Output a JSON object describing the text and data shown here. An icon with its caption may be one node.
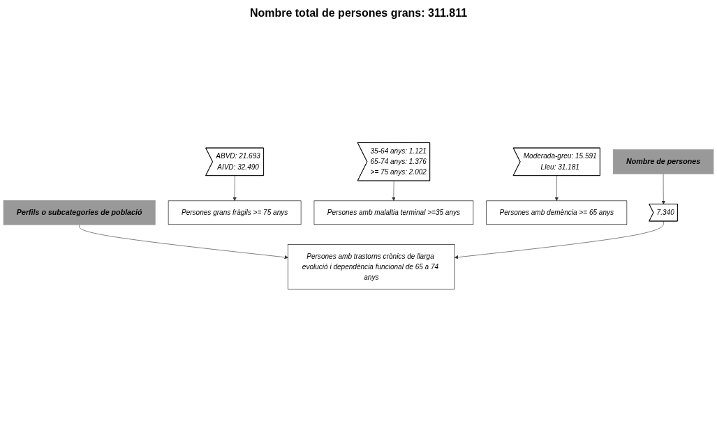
{
  "diagram": {
    "title": "Nombre total de persones grans: 311.811",
    "nodes": [
      {
        "text": [
          "Perfils o subcategories de població"
        ]
      },
      {
        "text": [
          "Nombre de persones"
        ]
      },
      {
        "text": [
          "Persones amb trastorns crònics de llarga evolució i dependència funcional de 65 a 74 anys"
        ]
      },
      {
        "text": [
          "Persones grans fràgils >= 75 anys"
        ]
      },
      {
        "text": [
          "Persones amb malaltia terminal >=35 anys"
        ]
      },
      {
        "text": [
          "Persones amb demència >= 65 anys"
        ]
      },
      {
        "text": [
          "7.340"
        ]
      },
      {
        "text": [
          "ABVD: 21.693",
          "AIVD: 32.490"
        ]
      },
      {
        "text": [
          "35-64 anys: 1.121",
          "65-74 anys: 1.376",
          ">= 75 anys: 2.002"
        ]
      },
      {
        "text": [
          "Moderada-greu: 15.591",
          "Lleu: 31.181"
        ]
      }
    ],
    "edges": [
      {
        "from": 0,
        "to": 2,
        "arrow": "to"
      },
      {
        "from": 1,
        "to": 6,
        "arrow": "to"
      },
      {
        "from": 6,
        "to": 2,
        "arrow": "to"
      },
      {
        "from": 7,
        "to": 3,
        "arrow": "to"
      },
      {
        "from": 8,
        "to": 4,
        "arrow": "to"
      },
      {
        "from": 9,
        "to": 5,
        "arrow": "to"
      }
    ]
  }
}
